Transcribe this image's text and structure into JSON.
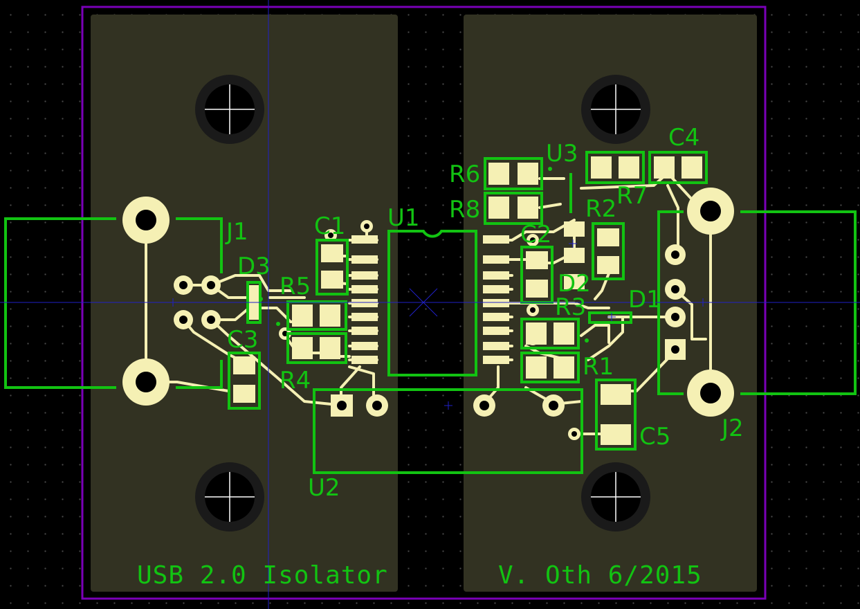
{
  "board": {
    "title_left": "USB 2.0 Isolator",
    "title_right": "V. Oth 6/2015"
  },
  "designators": {
    "J1": "J1",
    "J2": "J2",
    "D1": "D1",
    "D2": "D2",
    "D3": "D3",
    "C1": "C1",
    "C2": "C2",
    "C3": "C3",
    "C4": "C4",
    "C5": "C5",
    "R1": "R1",
    "R2": "R2",
    "R3": "R3",
    "R4": "R4",
    "R5": "R5",
    "R6": "R6",
    "R7": "R7",
    "R8": "R8",
    "U1": "U1",
    "U2": "U2",
    "U3": "U3"
  },
  "colors": {
    "background": "#000000",
    "grid_dot": "#4a4a4a",
    "copper_plane": "#323222",
    "trace": "#f5f0b4",
    "silkscreen": "#12c312",
    "board_outline": "#7a00b8",
    "crosshair": "#2020c8",
    "hole": "#000000"
  }
}
